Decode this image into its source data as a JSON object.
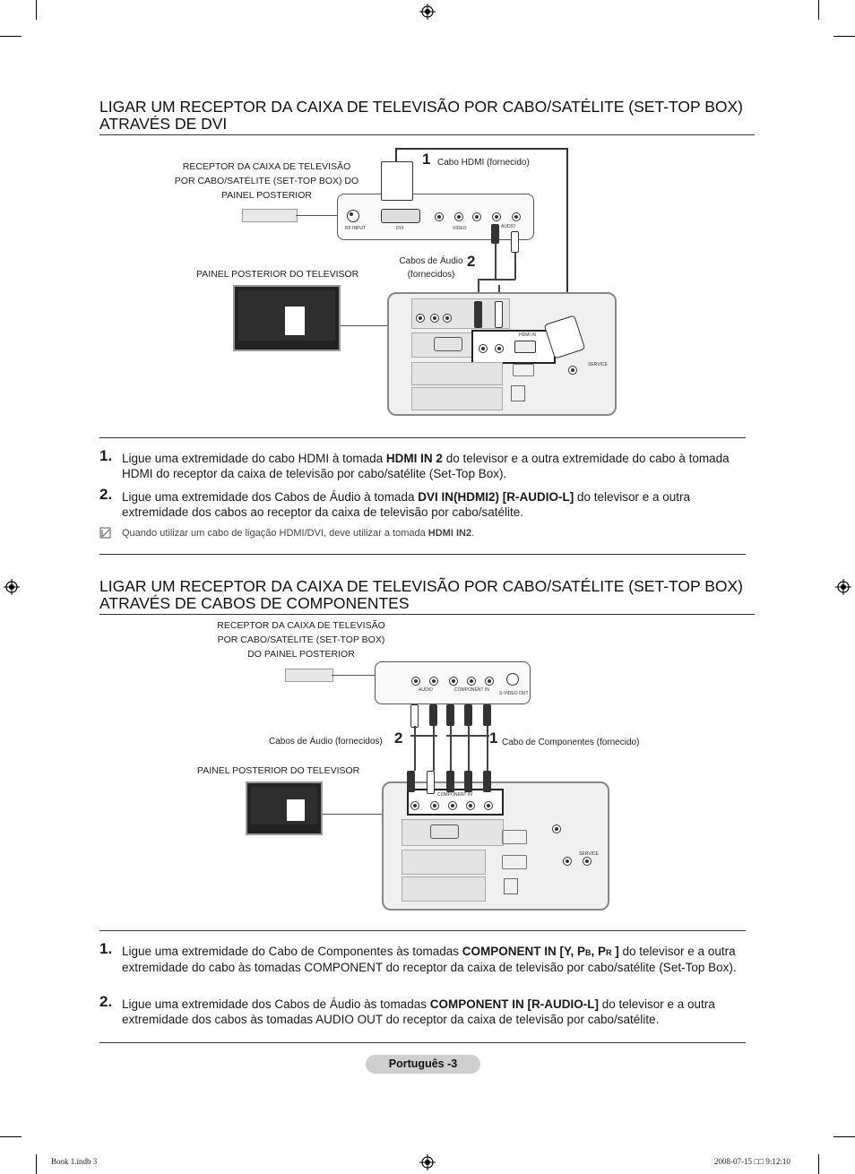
{
  "section1": {
    "title_line1": "LIGAR UM RECEPTOR DA CAIXA DE TELEVISÃO POR CABO/SATÉLITE (SET-TOP BOX)",
    "title_line2": "ATRAVÉS DE DVI",
    "diagram": {
      "receiver_label_line1": "RECEPTOR DA CAIXA DE TELEVISÃO",
      "receiver_label_line2": "POR CABO/SATÉLITE (SET-TOP BOX)  DO",
      "receiver_label_line3": "PAINEL POSTERIOR",
      "tv_label": "PAINEL POSTERIOR DO TELEVISOR",
      "callout1_num": "1",
      "callout1_text": "Cabo HDMI (fornecido)",
      "callout2_num": "2",
      "callout2_text_line1": "Cabos de Áudio",
      "callout2_text_line2": "(fornecidos)"
    },
    "steps": [
      {
        "num": "1.",
        "pre": "Ligue uma extremidade do cabo HDMI à tomada ",
        "bold": "HDMI IN 2",
        "post": " do televisor e a outra extremidade do cabo à tomada HDMI do receptor da caixa de televisão por cabo/satélite (Set-Top Box)."
      },
      {
        "num": "2.",
        "pre": "Ligue uma extremidade dos Cabos de Áudio à tomada ",
        "bold": "DVI IN(HDMI2) [R-AUDIO-L]",
        "post": " do televisor e a outra extremidade dos cabos ao receptor da caixa de televisão por cabo/satélite."
      }
    ],
    "note": {
      "pre": "Quando utilizar um cabo de ligação HDMI/DVI, deve utilizar a tomada ",
      "bold": "HDMI IN2",
      "post": "."
    }
  },
  "section2": {
    "title_line1": "LIGAR UM RECEPTOR DA CAIXA DE TELEVISÃO POR CABO/SATÉLITE (SET-TOP BOX)",
    "title_line2": "ATRAVÉS DE CABOS DE COMPONENTES",
    "diagram": {
      "receiver_label_line1": "RECEPTOR DA CAIXA DE TELEVISÃO",
      "receiver_label_line2": "POR CABO/SATÉLITE (SET-TOP BOX)",
      "receiver_label_line3": "DO PAINEL POSTERIOR",
      "tv_label": "PAINEL POSTERIOR DO TELEVISOR",
      "callout2_text": "Cabos de Áudio (fornecidos)",
      "callout2_num": "2",
      "callout1_num": "1",
      "callout1_text": "Cabo de Componentes (fornecido)"
    },
    "steps": [
      {
        "num": "1.",
        "pre": "Ligue uma extremidade do Cabo de Componentes às tomadas ",
        "bold": "COMPONENT IN [Y, P",
        "sub1": "B",
        "mid": ", P",
        "sub2": "R",
        "bold_end": " ]",
        "post": " do televisor e a outra extremidade do cabo às tomadas COMPONENT do receptor da caixa de televisão por cabo/satélite (Set-Top Box)."
      },
      {
        "num": "2.",
        "pre": "Ligue uma extremidade dos Cabos de Áudio às tomadas ",
        "bold": "COMPONENT IN [R-AUDIO-L]",
        "post": " do televisor e a outra extremidade dos cabos às tomadas AUDIO OUT do receptor da caixa de televisão por cabo/satélite."
      }
    ]
  },
  "page_label": "Português -3",
  "footer": {
    "left": "Book 1.indb   3",
    "right": "2008-07-15   □□ 9:12:10"
  },
  "jack_labels": {
    "rf_input": "RF INPUT",
    "dvi": "DVI",
    "video": "VIDEO",
    "audio": "AUDIO",
    "hdmi_in": "HDMI IN",
    "component_in": "COMPONENT IN",
    "svideo_out": "S-VIDEO OUT",
    "service": "SERVICE"
  }
}
